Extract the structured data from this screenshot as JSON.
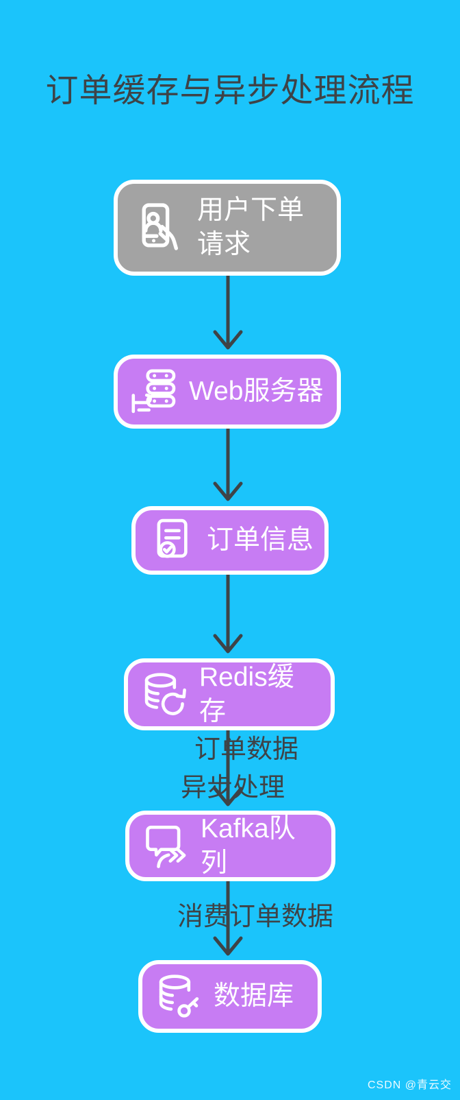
{
  "title": "订单缓存与异步处理流程",
  "colors": {
    "background": "#1BC4FB",
    "node-purple": "#C77CF3",
    "node-gray": "#A3A3A3",
    "node-border": "#FFFFFF",
    "node-text": "#FFFFFF",
    "ink": "#3E4347"
  },
  "nodes": [
    {
      "id": "user-order",
      "label": "用户下单请求",
      "icon": "phone-order-icon",
      "variant": "gray"
    },
    {
      "id": "web-server",
      "label": "Web服务器",
      "icon": "server-icon",
      "variant": "purple"
    },
    {
      "id": "order-info",
      "label": "订单信息",
      "icon": "order-doc-icon",
      "variant": "purple"
    },
    {
      "id": "redis-cache",
      "label": "Redis缓存",
      "icon": "redis-cache-icon",
      "variant": "purple"
    },
    {
      "id": "kafka-queue",
      "label": "Kafka队列",
      "icon": "kafka-queue-icon",
      "variant": "purple"
    },
    {
      "id": "database",
      "label": "数据库",
      "icon": "database-key-icon",
      "variant": "purple"
    }
  ],
  "edge_labels": [
    {
      "text": "订单数据"
    },
    {
      "text": "异步处理"
    },
    {
      "text": "消费订单数据"
    }
  ],
  "watermark": "CSDN @青云交"
}
